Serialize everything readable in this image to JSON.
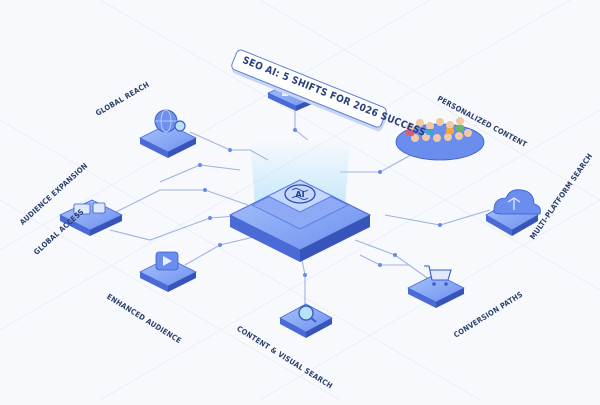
{
  "title": "SEO AI: 5 SHIFTS FOR 2026 SUCCESS",
  "hub": {
    "icon": "ai-brain-chip-icon",
    "glyph": "AI"
  },
  "nodes": [
    {
      "id": "global-reach",
      "label": "GLOBAL REACH",
      "icon": "globe-magnifier-icon"
    },
    {
      "id": "personalized-content",
      "label": "PERSONALIZED CONTENT",
      "icon": "people-crowd-icon"
    },
    {
      "id": "audience-expansion",
      "label": "AUDIENCE EXPANSION",
      "icon": "devices-icon"
    },
    {
      "id": "global-access",
      "label": "GLOBAL ACCESS",
      "icon": "devices-icon"
    },
    {
      "id": "multi-platform-search",
      "label": "MULTI-PLATFORM SEARCH",
      "icon": "cloud-icon"
    },
    {
      "id": "enhanced-audience",
      "label": "ENHANCED AUDIENCE",
      "icon": "video-play-icon"
    },
    {
      "id": "conversion-paths",
      "label": "CONVERSION PATHS",
      "icon": "shopping-cart-icon"
    },
    {
      "id": "content-visual-search",
      "label": "CONTENT & VISUAL SEARCH",
      "icon": "search-lens-icon"
    },
    {
      "id": "dashboard",
      "label": "",
      "icon": "dashboard-panel-icon"
    }
  ],
  "colors": {
    "primary": "#5b7fe6",
    "primary_dark": "#3c5cc4",
    "light": "#a9c1f7",
    "line": "#9fb4e0",
    "accent_cyan": "#8fd8f5",
    "text": "#2b3f6b"
  }
}
